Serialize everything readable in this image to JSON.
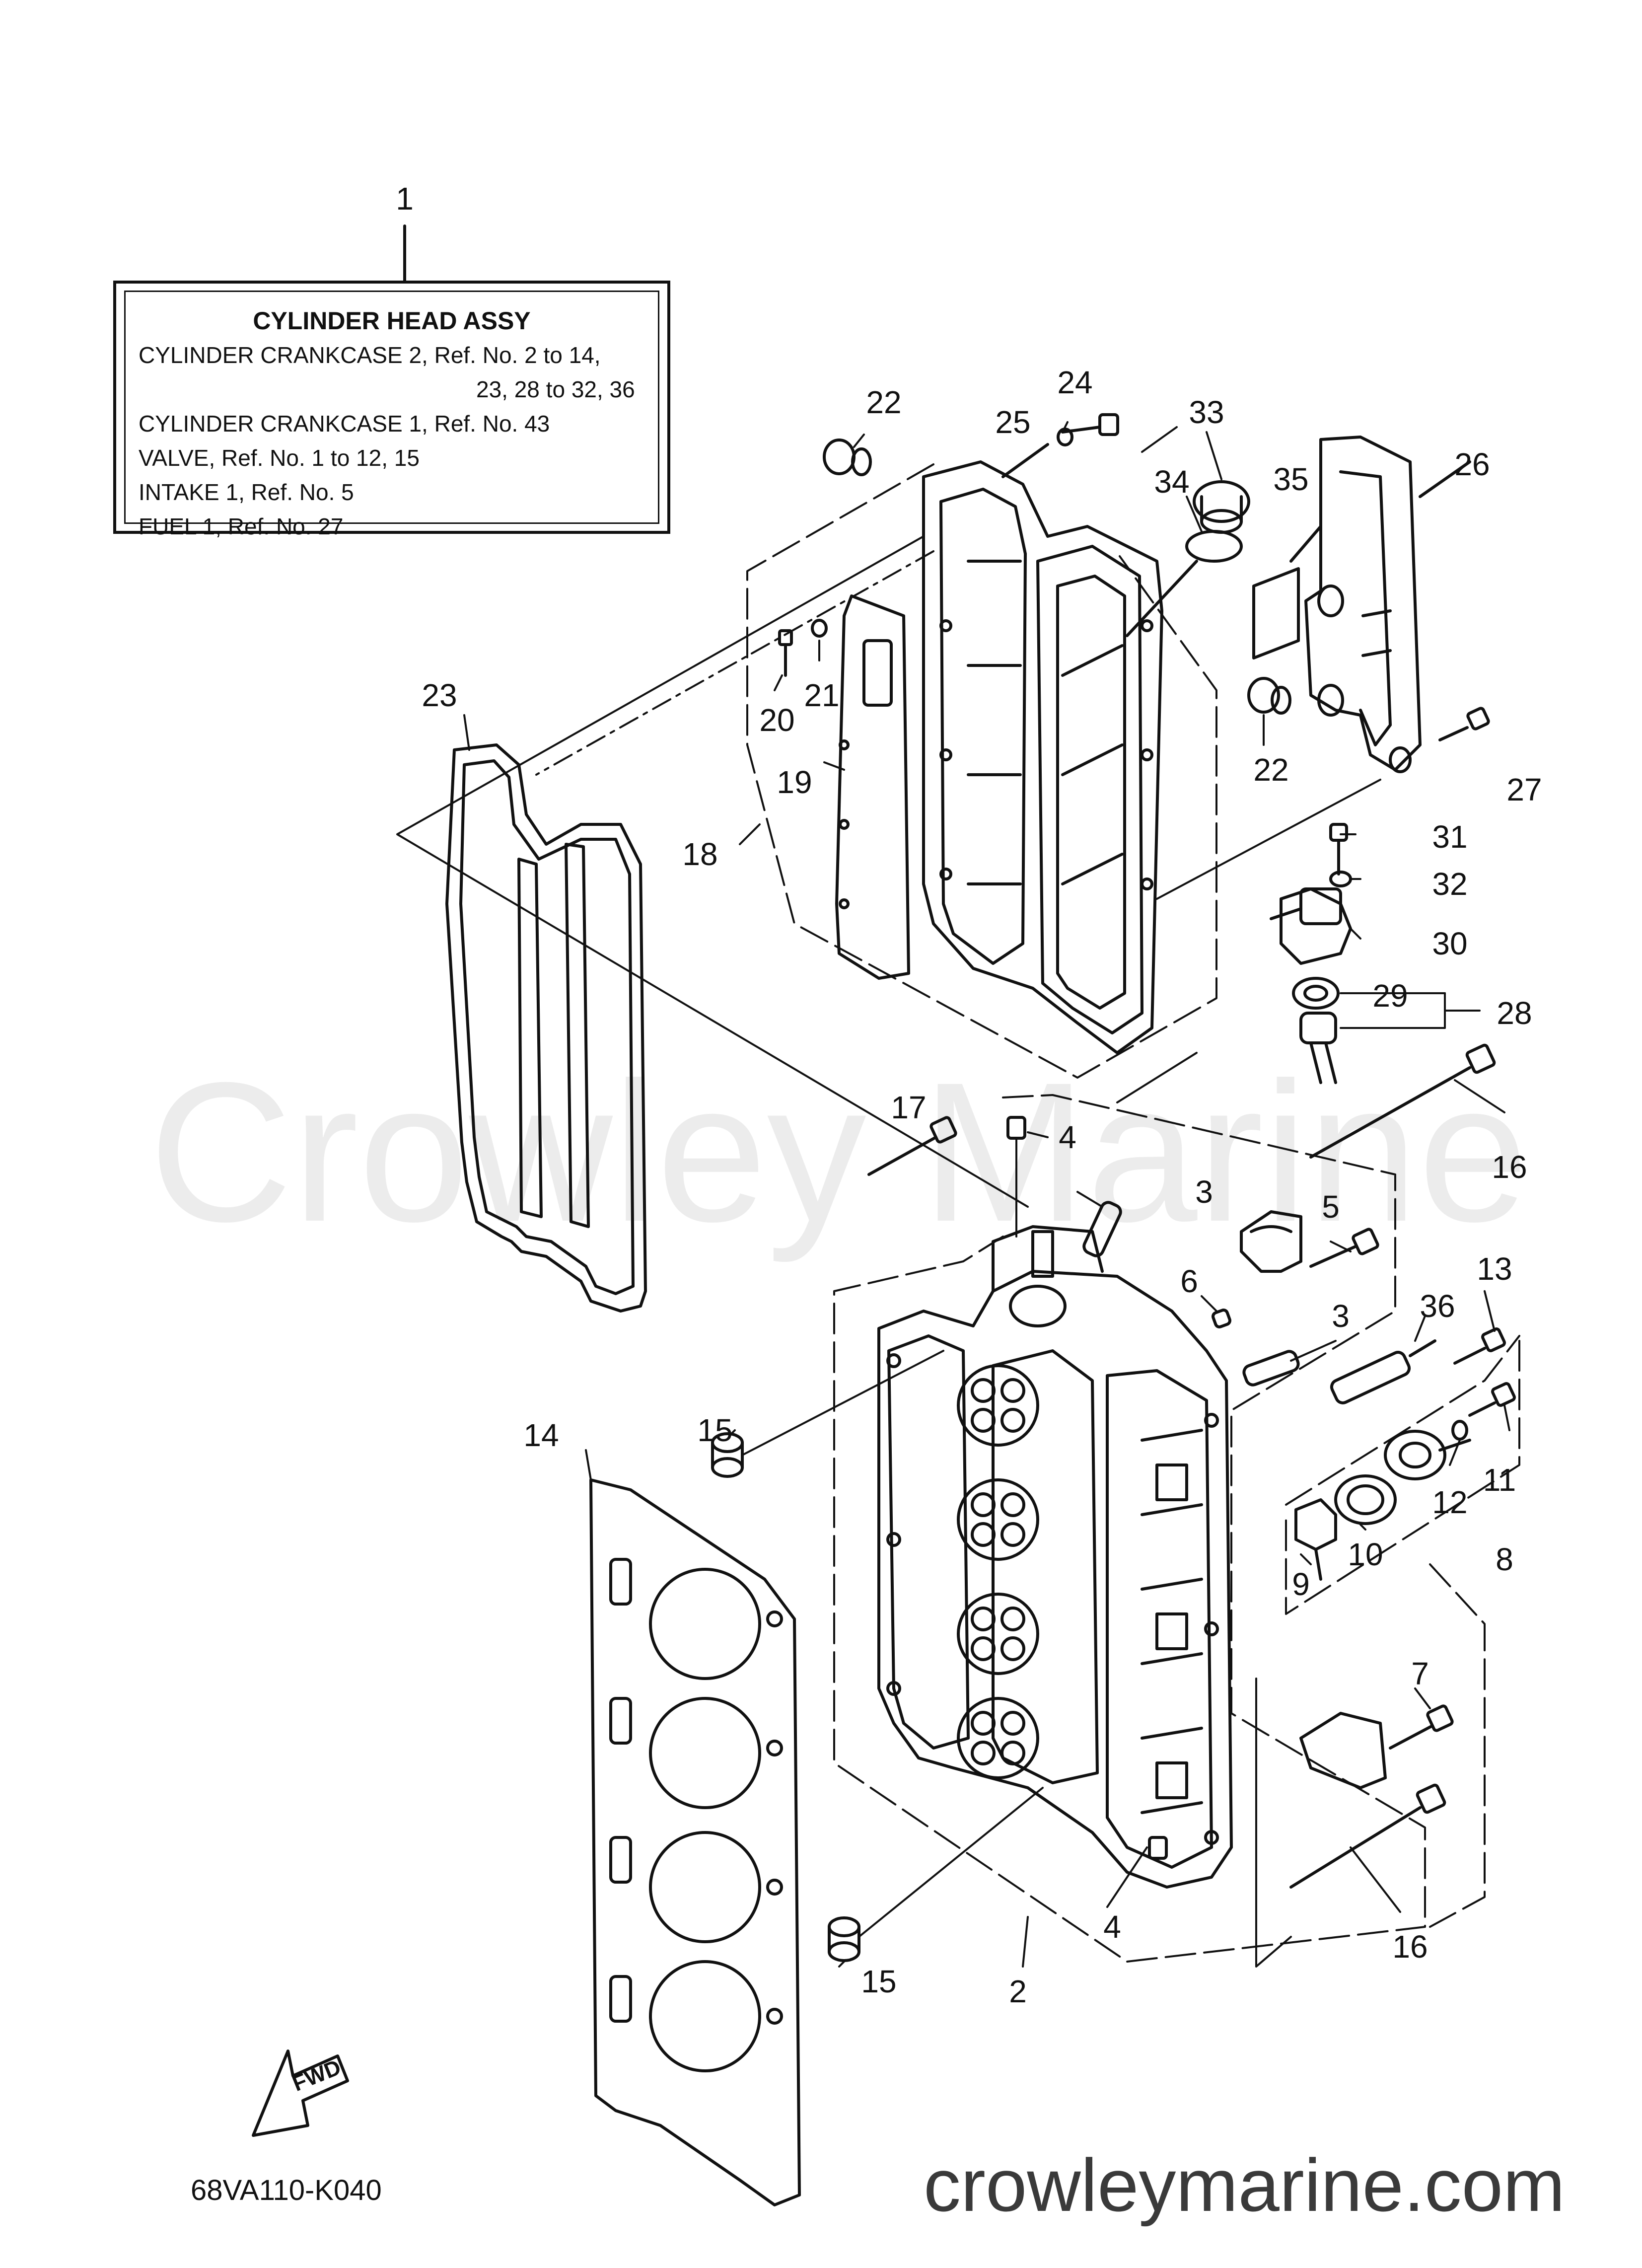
{
  "diagram": {
    "watermark": "Crowley Marine",
    "footer_url": "crowleymarine.com",
    "drawing_code": "68VA110-K040",
    "fwd_label": "FWD",
    "assy_box": {
      "heading": "CYLINDER HEAD ASSY",
      "lines": [
        "CYLINDER CRANKCASE 2,  Ref. No. 2 to 14,",
        "23, 28 to 32, 36",
        "CYLINDER CRANKCASE 1,  Ref. No. 43",
        "VALVE,  Ref. No. 1 to 12, 15",
        "INTAKE 1,  Ref. No. 5",
        "FUEL 1,  Ref. No. 27"
      ]
    },
    "callouts": [
      "1",
      "2",
      "3",
      "3",
      "4",
      "4",
      "5",
      "6",
      "7",
      "8",
      "9",
      "10",
      "11",
      "12",
      "13",
      "14",
      "15",
      "15",
      "16",
      "16",
      "17",
      "18",
      "19",
      "20",
      "21",
      "22",
      "22",
      "23",
      "24",
      "25",
      "26",
      "27",
      "28",
      "29",
      "30",
      "31",
      "32",
      "33",
      "34",
      "35",
      "36"
    ]
  }
}
